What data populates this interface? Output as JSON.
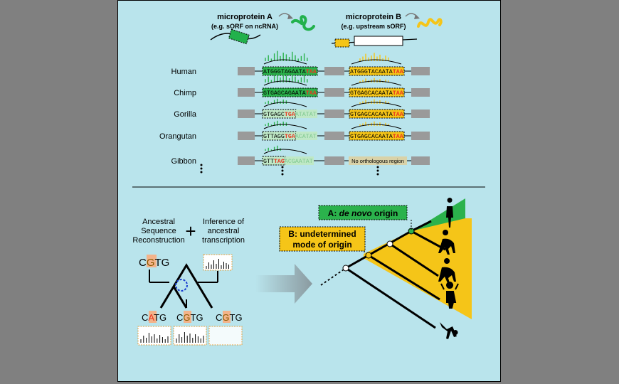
{
  "top": {
    "protein_a_title": "microprotein A",
    "protein_a_sub": "(e.g. sORF on ncRNA)",
    "protein_b_title": "microprotein B",
    "protein_b_sub": "(e.g. upstream sORF)"
  },
  "species": [
    {
      "name": "Human",
      "seq_a": "ATGGGTAGAATA",
      "stop_a": "TAA",
      "tail_a": "",
      "seq_b": "ATGGGTACAATA",
      "stop_b": "TAA"
    },
    {
      "name": "Chimp",
      "seq_a": "GTGAGCAGAATA",
      "stop_a": "TAA",
      "tail_a": "",
      "seq_b": "GTGAGCACAATA",
      "stop_b": "TAA"
    },
    {
      "name": "Gorilla",
      "seq_a": "GTGAGC",
      "stop_a": "TGA",
      "tail_a": "ATATAT",
      "seq_b": "GTGAGCACAATA",
      "stop_b": "TAA"
    },
    {
      "name": "Orangutan",
      "seq_a": "GTTAGG",
      "stop_a": "TGA",
      "tail_a": "ACATAT",
      "seq_b": "GTGAGCACAATA",
      "stop_b": "TAA"
    },
    {
      "name": "Gibbon",
      "seq_a": "GTT",
      "stop_a": "TAG",
      "tail_a": "ACGAATAT",
      "seq_b": "",
      "stop_b": "",
      "note_b": "No orthologous region"
    }
  ],
  "bottom": {
    "asr_line1": "Ancestral",
    "asr_line2": "Sequence",
    "asr_line3": "Reconstruction",
    "plus": "+",
    "inf_line1": "Inference of",
    "inf_line2": "ancestral",
    "inf_line3": "transcription",
    "anc_left": "C",
    "anc_mid": "G",
    "anc_right": "TG",
    "leaf1_left": "C",
    "leaf1_mid": "A",
    "leaf1_right": "TG",
    "leaf2_left": "C",
    "leaf2_mid": "G",
    "leaf2_right": "TG",
    "leaf3_left": "C",
    "leaf3_mid": "G",
    "leaf3_right": "TG",
    "label_a_prefix": "A: ",
    "label_a_italic": "de novo",
    "label_a_suffix": " origin",
    "label_b_line1": "B: undetermined",
    "label_b_line2": "mode of origin"
  },
  "colors": {
    "panel_bg": "#b9e4ec",
    "green": "#2bb24c",
    "yellow": "#f5c518",
    "stop_red": "#e8351f",
    "exon_gray": "#9a9a9a",
    "ancestral_orange": "#f3b38a"
  }
}
